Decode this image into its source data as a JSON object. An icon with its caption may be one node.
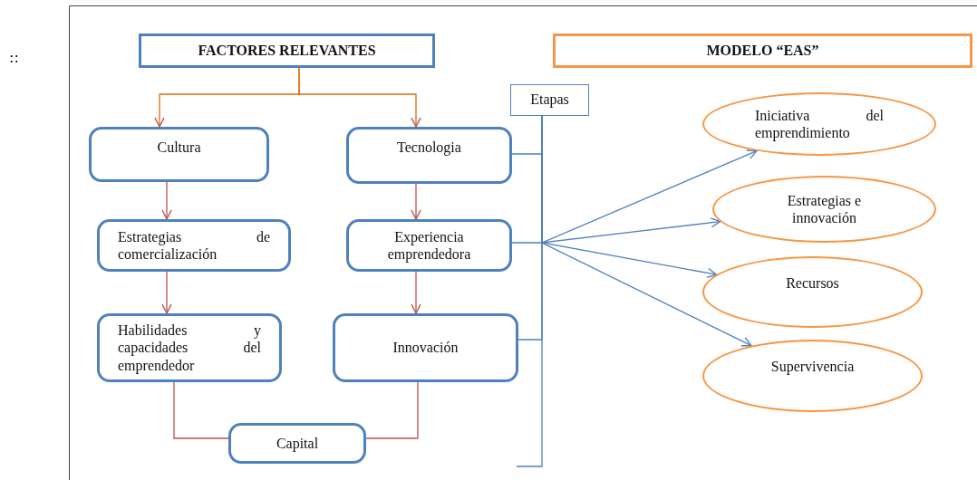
{
  "diagram": {
    "nodes": [
      {
        "text": [
          "FACTORES RELEVANTES"
        ]
      },
      {
        "text": [
          "MODELO “EAS”"
        ]
      },
      {
        "text": [
          "Etapas"
        ]
      },
      {
        "text": [
          "Cultura"
        ]
      },
      {
        "text": [
          "Tecnologia"
        ]
      },
      {
        "text": [
          "Estrategias de comercialización"
        ]
      },
      {
        "text": [
          "Experiencia emprendedora"
        ]
      },
      {
        "text": [
          "Habilidades y capacidades del emprendedor"
        ]
      },
      {
        "text": [
          "Innovación"
        ]
      },
      {
        "text": [
          "Capital"
        ]
      },
      {
        "text": [
          "Iniciativa del emprendimiento"
        ]
      },
      {
        "text": [
          "Estrategias e innovación"
        ]
      },
      {
        "text": [
          "Recursos"
        ]
      },
      {
        "text": [
          "Supervivencia"
        ]
      }
    ],
    "edges": [
      {
        "from": 0,
        "to": 3,
        "arrow": "to",
        "color": "#e46c0a"
      },
      {
        "from": 0,
        "to": 4,
        "arrow": "to",
        "color": "#e46c0a"
      },
      {
        "from": 3,
        "to": 5,
        "arrow": "to",
        "color": "#c0504d"
      },
      {
        "from": 5,
        "to": 7,
        "arrow": "to",
        "color": "#c0504d"
      },
      {
        "from": 4,
        "to": 6,
        "arrow": "to",
        "color": "#c0504d"
      },
      {
        "from": 6,
        "to": 8,
        "arrow": "to",
        "color": "#c0504d"
      },
      {
        "from": 7,
        "to": 9,
        "arrow": "none",
        "color": "#c0504d"
      },
      {
        "from": 8,
        "to": 9,
        "arrow": "none",
        "color": "#c0504d"
      },
      {
        "from": 4,
        "to": 2,
        "arrow": "none"
      },
      {
        "from": 6,
        "to": 2,
        "arrow": "none"
      },
      {
        "from": 8,
        "to": 2,
        "arrow": "none"
      },
      {
        "from": 2,
        "to": 10,
        "arrow": "to"
      },
      {
        "from": 2,
        "to": 11,
        "arrow": "to"
      },
      {
        "from": 2,
        "to": 12,
        "arrow": "to"
      },
      {
        "from": 2,
        "to": 13,
        "arrow": "to"
      }
    ],
    "labels": [
      "::"
    ]
  }
}
